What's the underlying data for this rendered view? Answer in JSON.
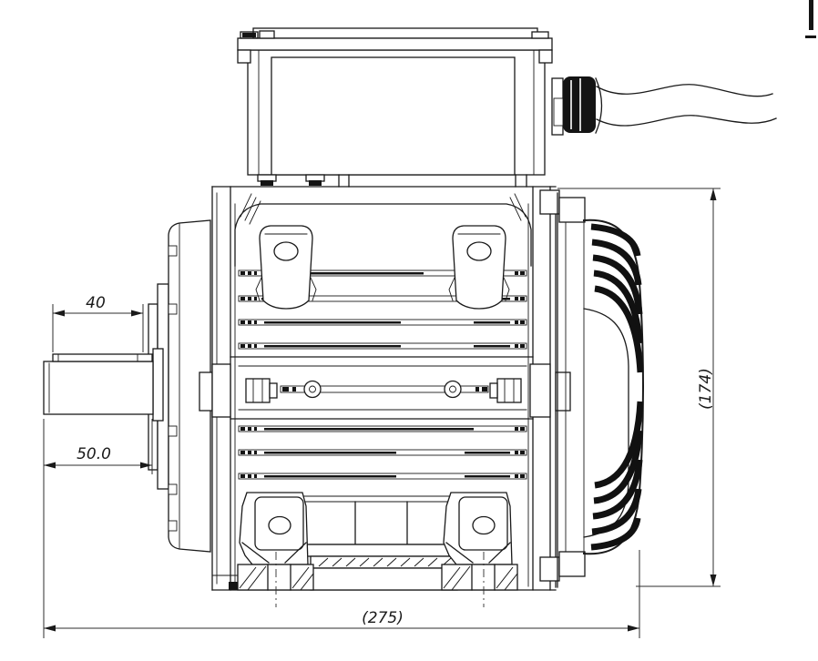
{
  "drawing": {
    "dimensions": {
      "key_length": "40",
      "shaft_length": "50.0",
      "overall_length": "(275)",
      "overall_height": "(174)"
    },
    "colors": {
      "line": "#1a1a1a",
      "background": "#ffffff",
      "dimension_line": "#2e2e2e"
    }
  }
}
